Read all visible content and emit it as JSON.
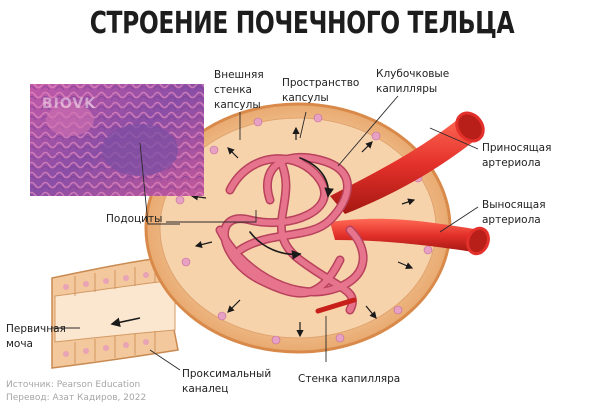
{
  "title": "СТРОЕНИЕ ПОЧЕЧНОГО ТЕЛЬЦА",
  "labels": {
    "outer_wall": "Внешняя\nстенка\nкапсулы",
    "capsule_space": "Пространство\nкапсулы",
    "glomerular_capillaries": "Клубочковые\nкапилляры",
    "afferent_arteriole": "Приносящая\nартериола",
    "efferent_arteriole": "Выносящая\nартериола",
    "podocytes": "Подоциты",
    "primary_urine": "Первичная\nмоча",
    "proximal_tubule": "Проксимальный\nканалец",
    "capillary_wall": "Стенка капилляра"
  },
  "credits": {
    "source": "Источник: Pearson Education",
    "translation": "Перевод: Азат Кадиров, 2022"
  },
  "watermark": "BIOVK",
  "colors": {
    "capsule": "#f3c190",
    "capsule_wall": "#d98a4a",
    "capillary": "#e0627a",
    "arteriole": "#e3302a",
    "micrograph": "#b04a9a"
  }
}
